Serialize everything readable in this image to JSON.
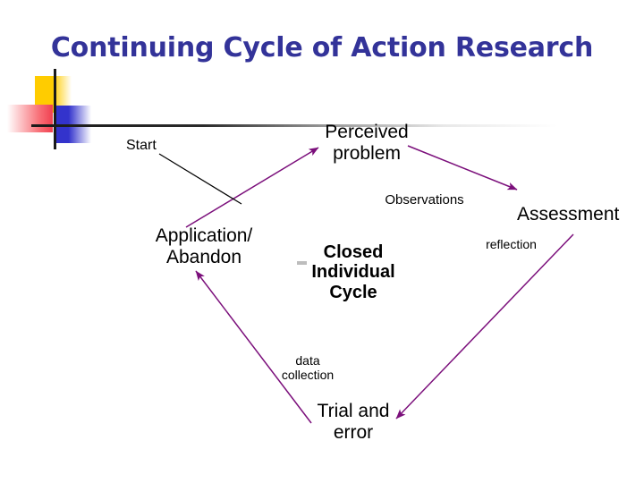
{
  "slide": {
    "title": "Continuing Cycle of Action Research",
    "title_color": "#333399",
    "background_color": "#ffffff"
  },
  "decoration": {
    "yellow_color": "#FFCC00",
    "red_color": "#F04050",
    "blue_color": "#3333CC",
    "bar_color": "#1a1a1a"
  },
  "diagram": {
    "type": "cycle",
    "arrow_color": "#7B0F7B",
    "pointer_color": "#000000",
    "center_label": "Closed\nIndividual\nCycle",
    "start_label": "Start",
    "nodes": [
      {
        "id": "perceived-problem",
        "label": "Perceived\nproblem"
      },
      {
        "id": "assessment",
        "label": "Assessment"
      },
      {
        "id": "trial-and-error",
        "label": "Trial and\nerror"
      },
      {
        "id": "application-abandon",
        "label": "Application/\nAbandon"
      }
    ],
    "edge_labels": [
      {
        "id": "observations",
        "label": "Observations"
      },
      {
        "id": "reflection",
        "label": "reflection"
      },
      {
        "id": "data-collection",
        "label": "data\ncollection"
      }
    ]
  }
}
